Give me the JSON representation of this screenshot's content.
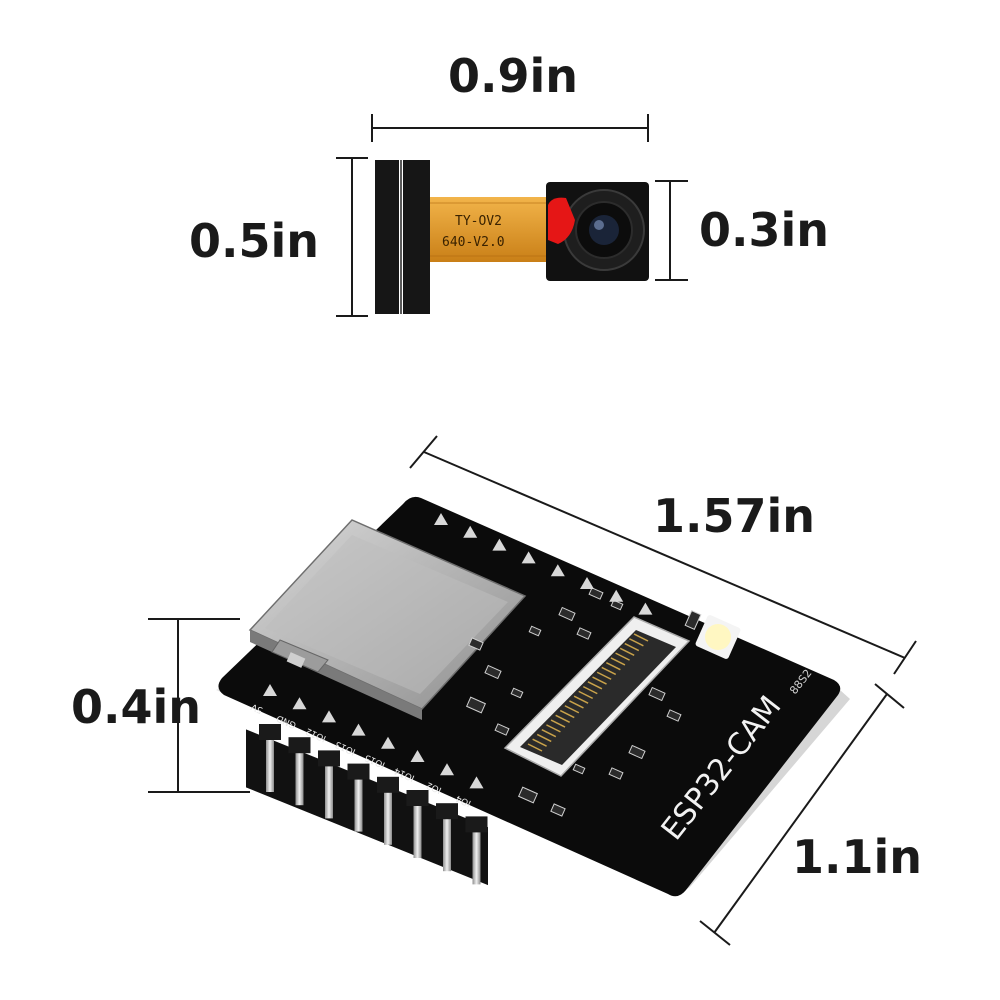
{
  "dimensions": {
    "camera_width": "0.9in",
    "camera_height": "0.5in",
    "lens_height": "0.3in",
    "board_length": "1.57in",
    "board_width": "1.1in",
    "pin_offset": "0.4in"
  },
  "camera_module": {
    "fpc_line1": "TY-OV2",
    "fpc_line2": "640-V2.0"
  },
  "board": {
    "brand": "ESP32-CAM",
    "code": "88S2",
    "pins": [
      "5V",
      "GND",
      "IO12",
      "IO13",
      "IO15",
      "IO14",
      "IO2",
      "IO4"
    ]
  },
  "colors": {
    "pcb": "#0b0b0b",
    "flex": "#e09a2a",
    "lens_tab": "#e51616",
    "pin": "#c9c9c9",
    "led": "#fff7c2"
  }
}
